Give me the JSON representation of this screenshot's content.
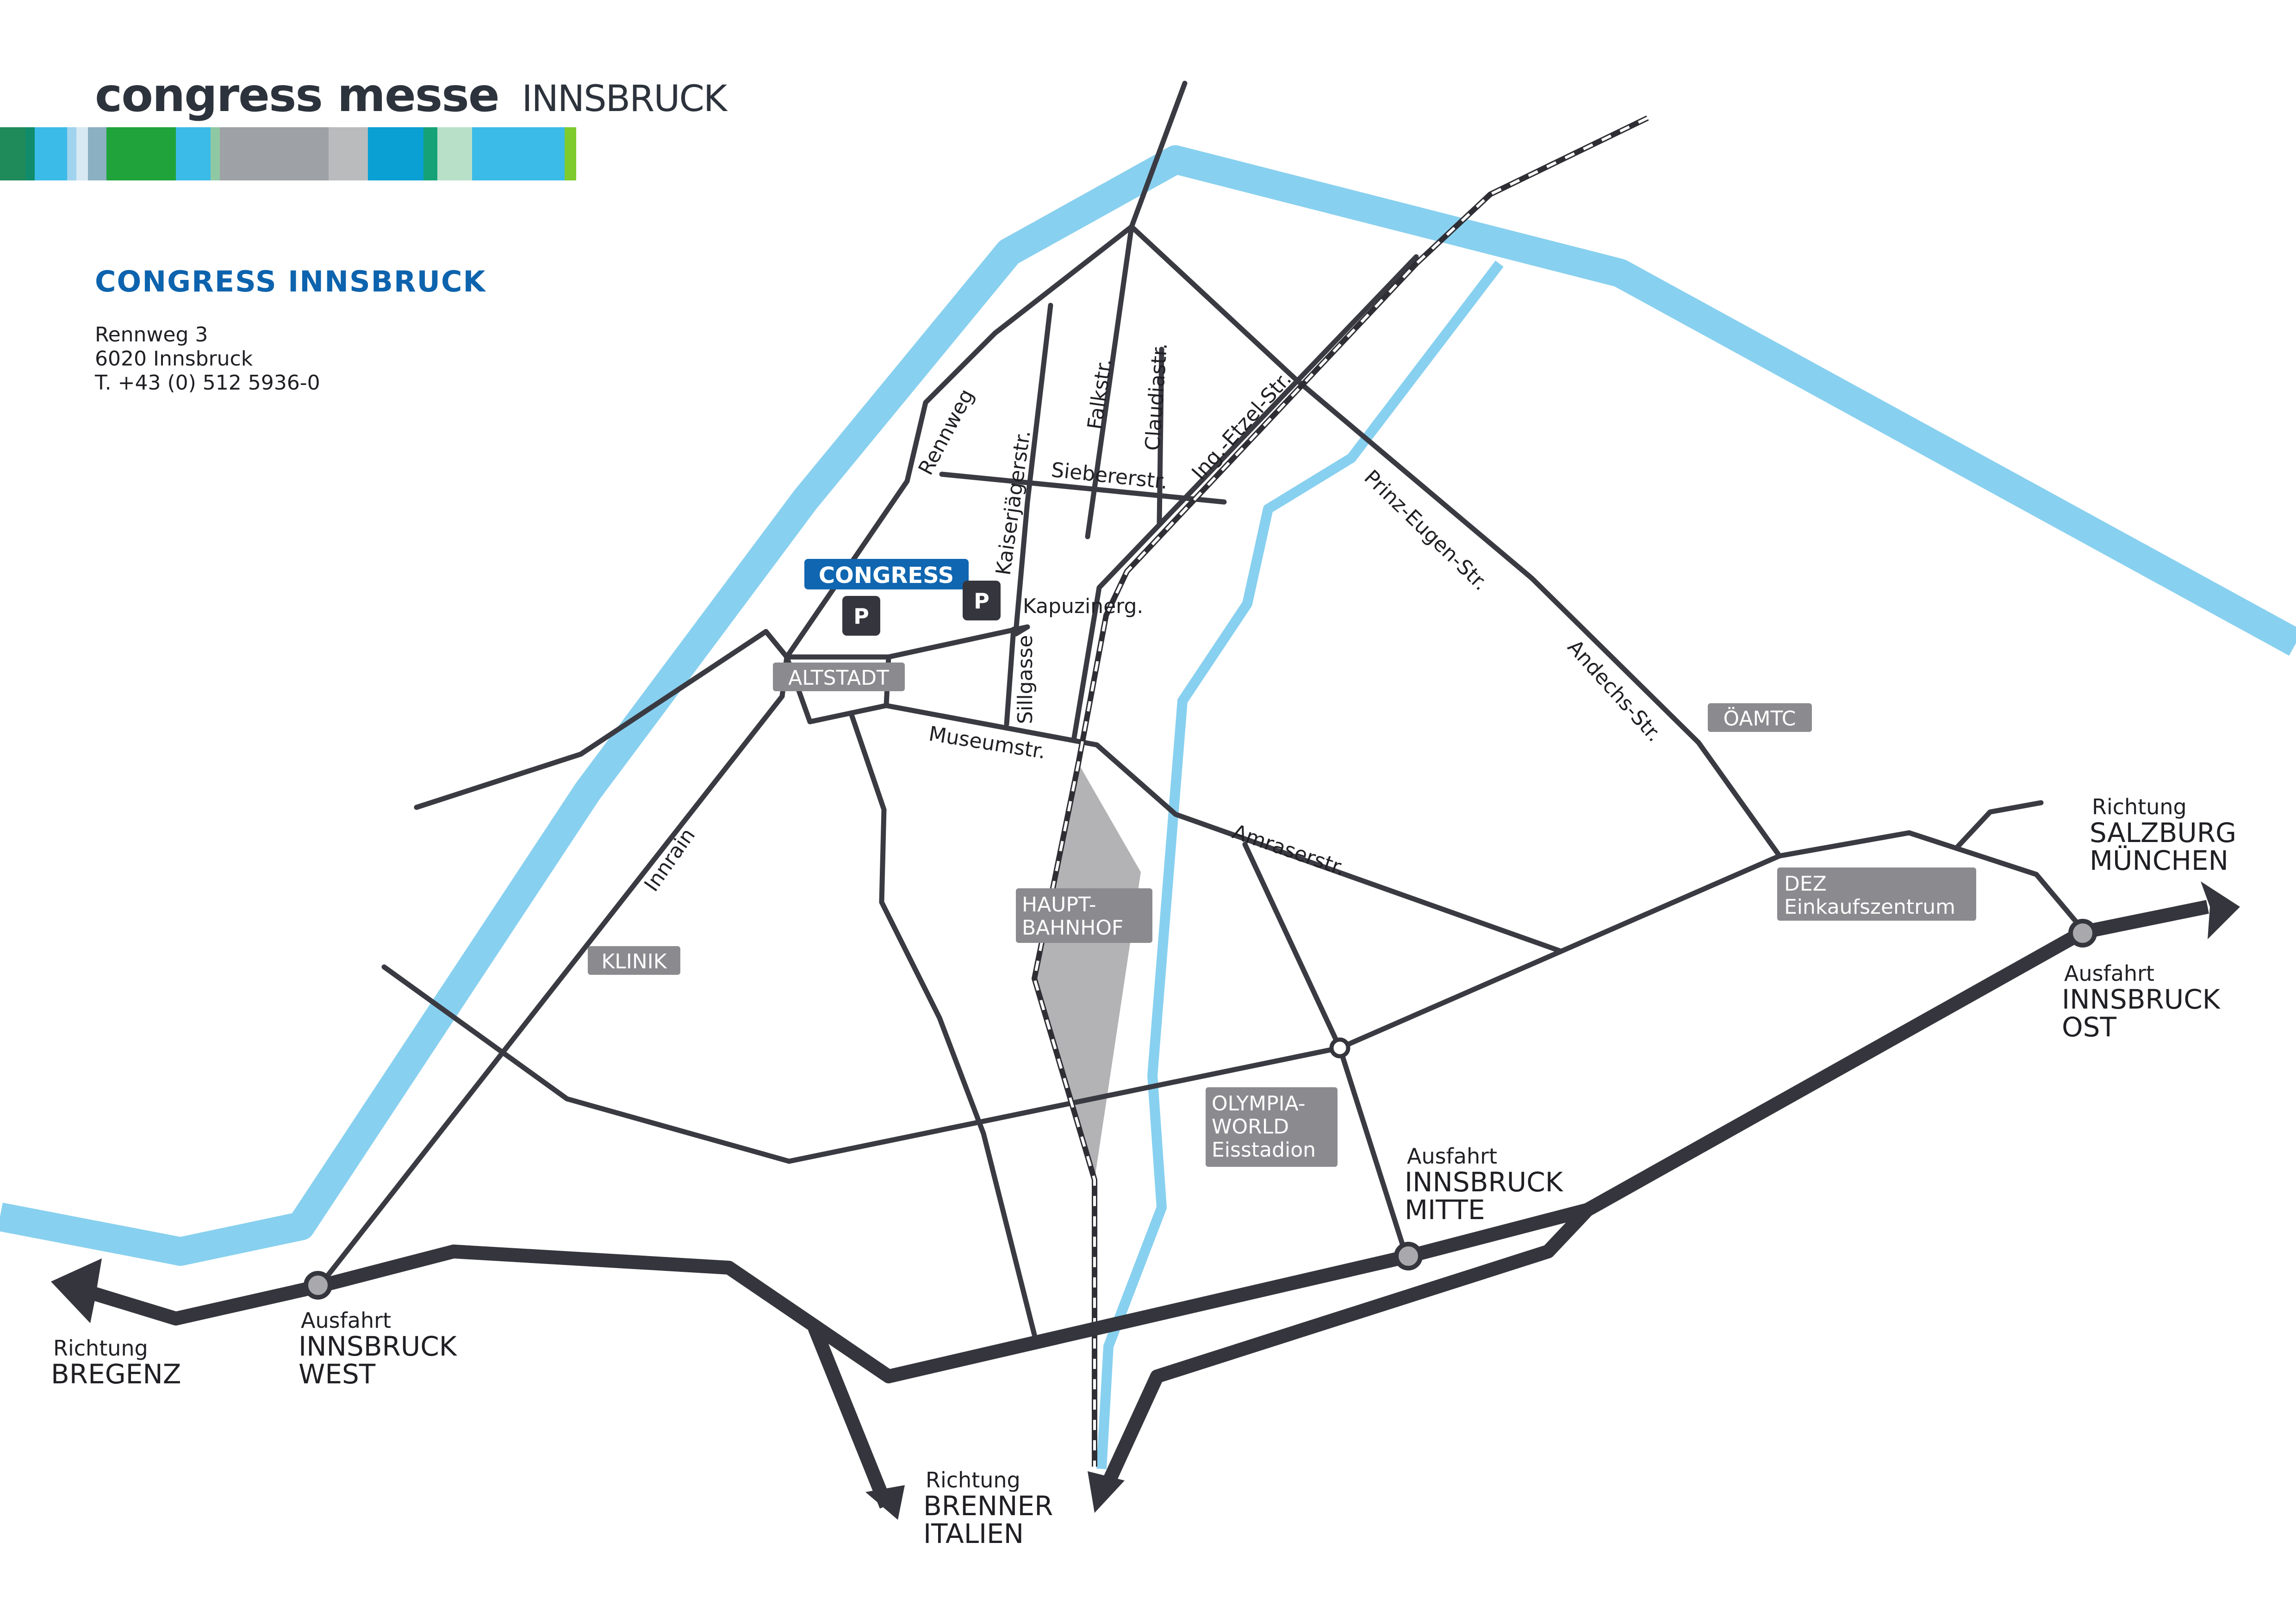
{
  "brand": {
    "logo_bold": "congress messe",
    "logo_light": "INNSBRUCK",
    "stripe_colors": [
      "#1f8a5a",
      "#118c6b",
      "#3bbbe8",
      "#9fd3ee",
      "#d7e9f3",
      "#8ab0c2",
      "#20a33a",
      "#20a33a",
      "#3bbbe8",
      "#8fc9a4",
      "#9ea1a6",
      "#9ea1a6",
      "#b9bbbd",
      "#0aa0d3",
      "#16a277",
      "#b8e0c8",
      "#3bbbe8",
      "#7ecb2e"
    ]
  },
  "venue": {
    "title": "CONGRESS INNSBRUCK",
    "address_line1": "Rennweg 3",
    "address_line2": "6020 Innsbruck",
    "phone": "T. +43 (0) 512 5936-0"
  },
  "colors": {
    "river": "#88d0ef",
    "street": "#3a3a42",
    "highway": "#35353d",
    "badge_gray": "#8b8b8f",
    "badge_blue": "#1066b0",
    "title_blue": "#0d63ad",
    "station_area": "#b3b3b5"
  },
  "streets": {
    "rennweg": "Rennweg",
    "kaiserjaegerstr": "Kaiserjägerstr.",
    "falkstr": "Falkstr.",
    "claudiastr": "Claudiastr.",
    "siebererstr": "Siebererstr.",
    "ing_etzel_str": "Ing.-Etzel-Str.",
    "prinz_eugen_str": "Prinz-Eugen-Str.",
    "andechs_str": "Andechs-Str.",
    "kapuzinerg": "Kapuzinerg.",
    "sillgasse": "Sillgasse",
    "museumstr": "Museumstr.",
    "amraserstr": "Amraserstr.",
    "innrain": "Innrain"
  },
  "places": {
    "congress": "CONGRESS",
    "parking": "P",
    "altstadt": "ALTSTADT",
    "klinik": "KLINIK",
    "hbf_line1": "HAUPT-",
    "hbf_line2": "BAHNHOF",
    "oeamtc": "ÖAMTC",
    "dez_line1": "DEZ",
    "dez_line2": "Einkaufszentrum",
    "olympia_line1": "OLYMPIA-",
    "olympia_line2": "WORLD",
    "olympia_line3": "Eisstadion"
  },
  "directions": {
    "richtung": "Richtung",
    "ausfahrt": "Ausfahrt",
    "bregenz": "BREGENZ",
    "salzburg": "SALZBURG",
    "muenchen": "MÜNCHEN",
    "brenner": "BRENNER",
    "italien": "ITALIEN",
    "west_line1": "INNSBRUCK",
    "west_line2": "WEST",
    "mitte_line1": "INNSBRUCK",
    "mitte_line2": "MITTE",
    "ost_line1": "INNSBRUCK",
    "ost_line2": "OST"
  }
}
